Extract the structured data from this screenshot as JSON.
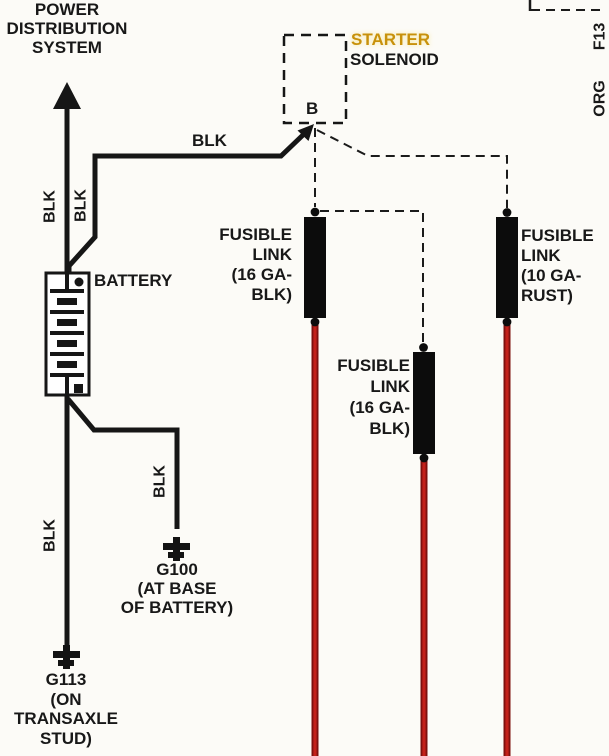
{
  "power_distribution": {
    "lines": [
      "POWER",
      "DISTRIBUTION",
      "SYSTEM"
    ]
  },
  "starter_solenoid": {
    "title": "STARTER",
    "subtitle": "SOLENOID",
    "terminal": "B"
  },
  "battery": {
    "label": "BATTERY"
  },
  "wire_labels": {
    "black": "BLK",
    "edge_connector": "F13",
    "edge_wire_color": "ORG"
  },
  "fusible_links": [
    {
      "lines": [
        "FUSIBLE",
        "LINK",
        "(16 GA-",
        "BLK)"
      ]
    },
    {
      "lines": [
        "FUSIBLE",
        "LINK",
        "(16 GA-",
        "BLK)"
      ]
    },
    {
      "lines": [
        "FUSIBLE",
        "LINK",
        "(10 GA-",
        "RUST)"
      ]
    }
  ],
  "grounds": [
    {
      "lines": [
        "G100",
        "(AT BASE",
        "OF BATTERY)"
      ]
    },
    {
      "lines": [
        "G113",
        "(ON",
        "TRANSAXLE",
        "STUD)"
      ]
    }
  ],
  "colors": {
    "wire_black": "#161616",
    "wire_red": "#c3211a",
    "wire_red_edge": "#7e100e",
    "starter_title": "#c8910b"
  }
}
